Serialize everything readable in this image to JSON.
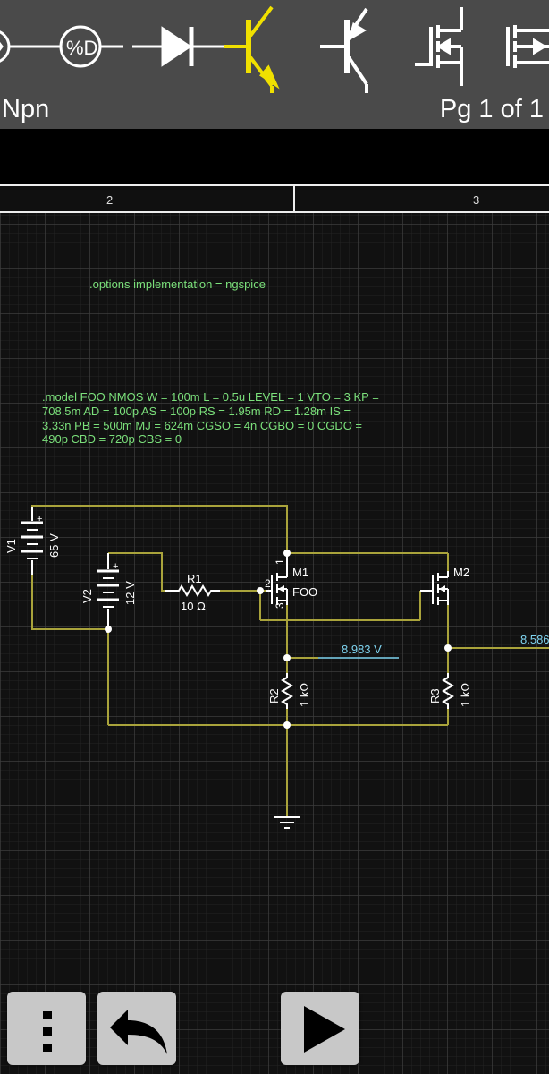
{
  "toolbar": {
    "selected_component": "Npn",
    "page_indicator": "Pg 1 of 1",
    "icons": [
      "zener-diode-icon",
      "percent-diode-icon",
      "diode-icon",
      "npn-transistor-icon",
      "pnp-transistor-icon",
      "nmos-icon",
      "pmos-icon"
    ],
    "percent_diode_text": "%D",
    "selected_color": "#f0e000"
  },
  "ruler": {
    "columns": [
      "2",
      "3"
    ]
  },
  "schematic": {
    "directive_options": ".options implementation = ngspice",
    "model_lines": [
      ".model FOO NMOS W = 100m L = 0.5u LEVEL = 1 VTO = 3 KP =",
      "708.5m  AD = 100p AS = 100p RS = 1.95m RD = 1.28m IS =",
      "3.33n PB = 500m MJ = 624m CGSO = 4n CGBO = 0 CGDO =",
      "490p CBD = 720p CBS = 0"
    ],
    "components": {
      "V1": {
        "name": "V1",
        "value": "65 V",
        "plus": "+"
      },
      "V2": {
        "name": "V2",
        "value": "12 V",
        "plus": "+"
      },
      "R1": {
        "name": "R1",
        "value": "10 Ω"
      },
      "R2": {
        "name": "R2",
        "value": "1 kΩ"
      },
      "R3": {
        "name": "R3",
        "value": "1 kΩ"
      },
      "M1": {
        "name": "M1",
        "model": "FOO",
        "pin_drain": "1",
        "pin_gate": "2",
        "pin_source": "3"
      },
      "M2": {
        "name": "M2"
      }
    },
    "probes": [
      "8.983 V",
      "8.586"
    ],
    "colors": {
      "wire": "#a9a33b",
      "text": "#7be07b",
      "probe": "#7fd4f0",
      "component": "#ffffff",
      "grid_major": "#3a3a3a",
      "grid_minor": "#232323"
    }
  },
  "bottom_bar": {
    "buttons": [
      "menu-button",
      "undo-button",
      "run-simulation-button"
    ],
    "icons": [
      "more-vert-icon",
      "undo-icon",
      "play-icon"
    ]
  }
}
